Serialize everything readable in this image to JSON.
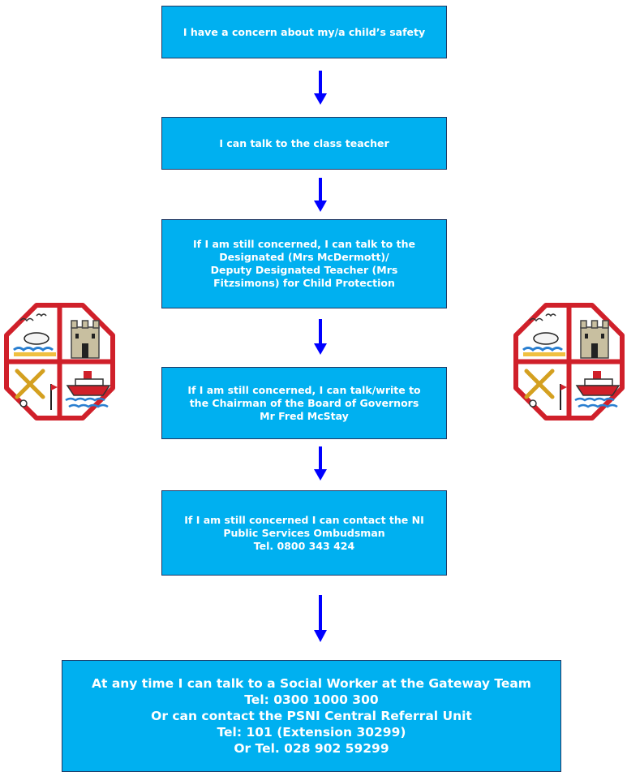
{
  "flowchart": {
    "steps": [
      {
        "lines": [
          "I have a concern about my/a child’s safety"
        ]
      },
      {
        "lines": [
          "I can talk to the class teacher"
        ]
      },
      {
        "lines": [
          "If I am still concerned, I can talk to the",
          "Designated (Mrs McDermott)/",
          "Deputy Designated Teacher (Mrs",
          "Fitzsimons) for Child Protection"
        ]
      },
      {
        "lines": [
          "If I am still concerned, I can talk/write to",
          "the Chairman of the Board of Governors",
          "Mr Fred McStay"
        ]
      },
      {
        "lines": [
          "If I am still concerned I can contact the NI",
          "Public Services Ombudsman",
          "Tel. 0800 343 424"
        ]
      },
      {
        "lines": [
          "At any time I can talk to a Social Worker at the Gateway Team",
          "Tel: 0300 1000 300",
          "Or can contact the PSNI Central Referral Unit",
          "Tel: 101 (Extension 30299)",
          "Or Tel. 028 902 59299"
        ]
      }
    ]
  },
  "colors": {
    "box_fill": "#00b0f0",
    "box_text": "#ffffff",
    "arrow": "#0000ff",
    "crest_red": "#d0202a"
  },
  "icons": {
    "arrow": "down-arrow-icon",
    "crest": "school-crest-icon"
  }
}
